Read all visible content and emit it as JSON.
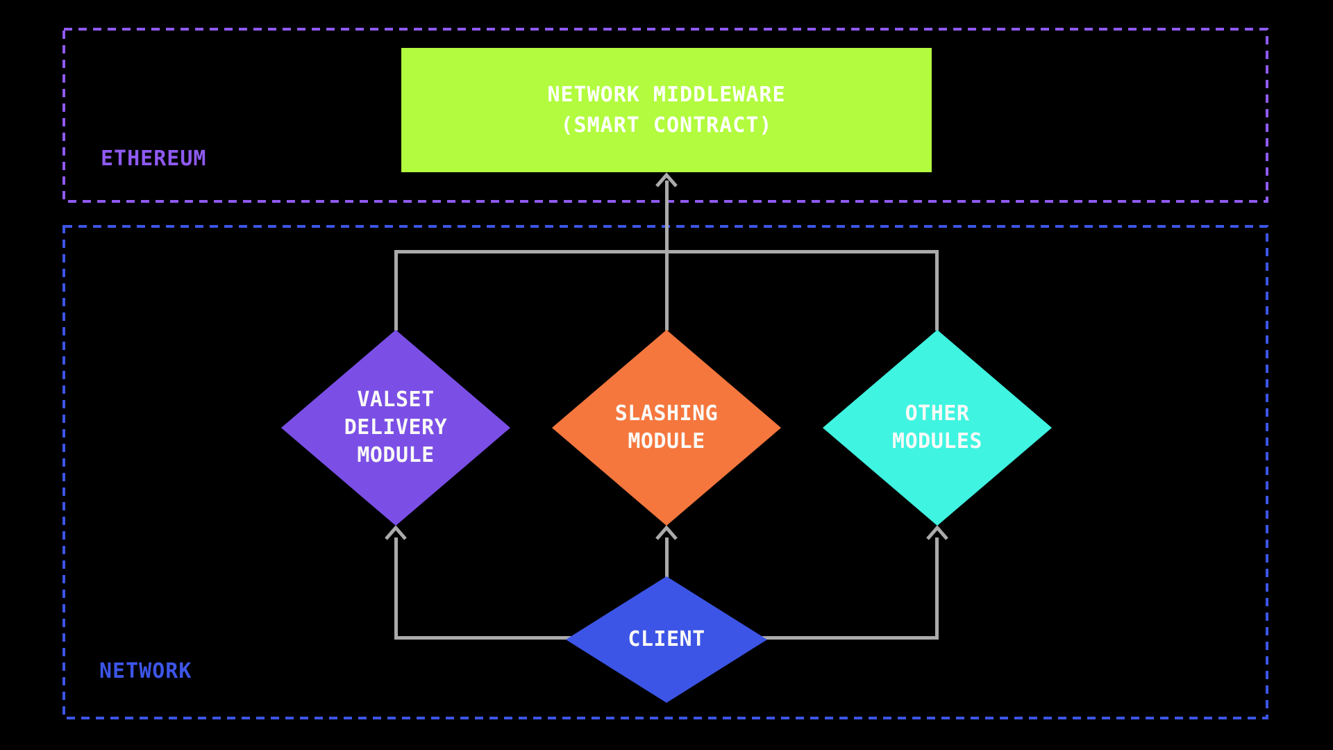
{
  "canvas": {
    "background": "#000000"
  },
  "sections": {
    "ethereum": {
      "label": "ETHEREUM",
      "border_color": "#8F5AF2",
      "label_color": "#8F5AF2"
    },
    "network": {
      "label": "NETWORK",
      "border_color": "#3D55E6",
      "label_color": "#3D55E6"
    }
  },
  "middleware": {
    "line1": "NETWORK MIDDLEWARE",
    "line2": "(SMART CONTRACT)",
    "fill": "#B2FB3E",
    "text_color": "#FFFFFF"
  },
  "modules": {
    "valset": {
      "line1": "VALSET",
      "line2": "DELIVERY",
      "line3": "MODULE",
      "fill": "#7B4FE6",
      "text_color": "#FAFAF7"
    },
    "slashing": {
      "line1": "SLASHING",
      "line2": "MODULE",
      "fill": "#F5773E",
      "text_color": "#FAFAF7"
    },
    "other": {
      "line1": "OTHER",
      "line2": "MODULES",
      "fill": "#3FF4E1",
      "text_color": "#FAFAF7"
    },
    "client": {
      "label": "CLIENT",
      "fill": "#3D55E6",
      "text_color": "#FAFAF7"
    }
  },
  "connectors": {
    "color": "#ABABAB",
    "edges": [
      {
        "from": "client",
        "to": "valset-delivery-module",
        "arrow": true
      },
      {
        "from": "client",
        "to": "slashing-module",
        "arrow": true
      },
      {
        "from": "client",
        "to": "other-modules",
        "arrow": true
      },
      {
        "from": "client-modules-bus",
        "to": "network-middleware",
        "arrow": true
      }
    ]
  }
}
